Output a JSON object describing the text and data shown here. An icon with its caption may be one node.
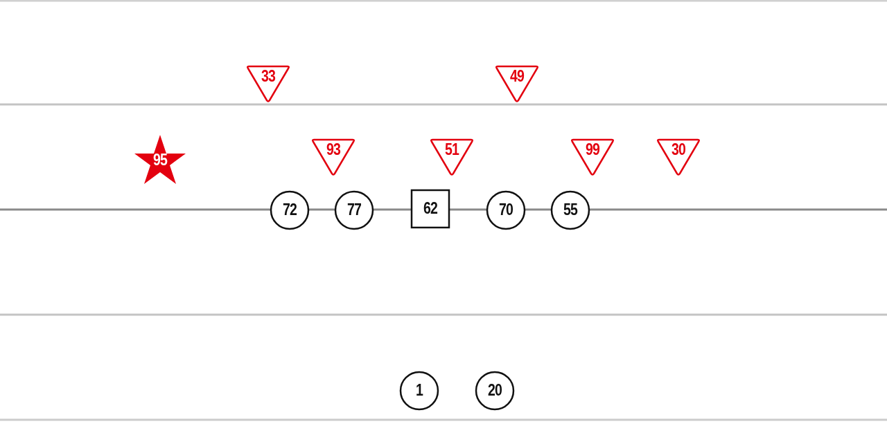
{
  "diagram": {
    "nodes": [
      {
        "text": [
          "33"
        ]
      },
      {
        "text": [
          "49"
        ]
      },
      {
        "text": [
          "95"
        ]
      },
      {
        "text": [
          "93"
        ]
      },
      {
        "text": [
          "51"
        ]
      },
      {
        "text": [
          "99"
        ]
      },
      {
        "text": [
          "30"
        ]
      },
      {
        "text": [
          "72"
        ]
      },
      {
        "text": [
          "77"
        ]
      },
      {
        "text": [
          "62"
        ]
      },
      {
        "text": [
          "70"
        ]
      },
      {
        "text": [
          "55"
        ]
      },
      {
        "text": [
          "1"
        ]
      },
      {
        "text": [
          "20"
        ]
      }
    ]
  }
}
